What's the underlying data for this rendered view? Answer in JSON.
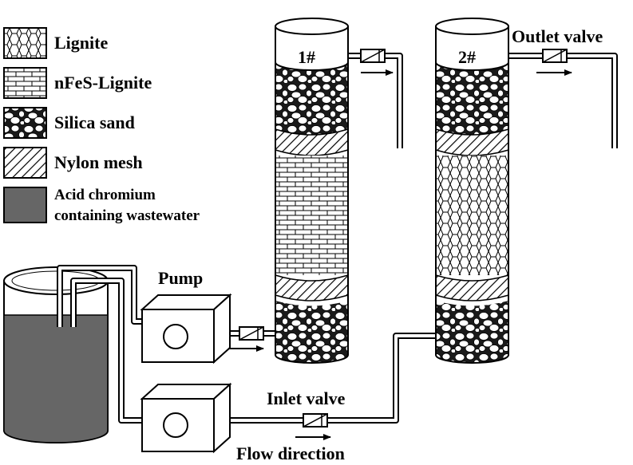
{
  "legend": {
    "items": [
      {
        "id": "lignite",
        "label": "Lignite"
      },
      {
        "id": "nfes",
        "label": "nFeS-Lignite"
      },
      {
        "id": "sand",
        "label": "Silica sand"
      },
      {
        "id": "nylon",
        "label": "Nylon mesh"
      },
      {
        "id": "water",
        "label_line1": "Acid chromium",
        "label_line2": "containing wastewater"
      }
    ]
  },
  "labels": {
    "pump": "Pump",
    "inlet_valve": "Inlet valve",
    "outlet_valve": "Outlet valve",
    "flow_direction": "Flow direction",
    "column_1": "1#",
    "column_2": "2#"
  },
  "colors": {
    "wastewater": "#666666",
    "stroke": "#000000"
  }
}
